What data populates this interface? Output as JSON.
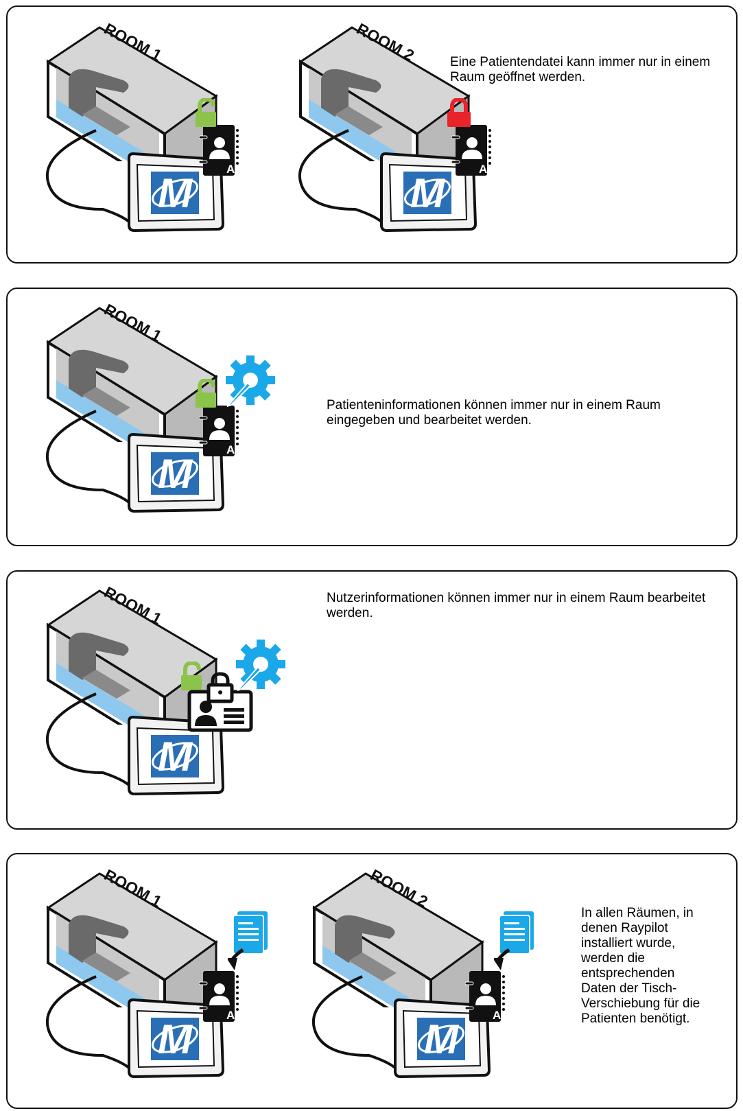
{
  "panels": [
    {
      "rooms": [
        "ROOM 1",
        "ROOM 2"
      ],
      "caption": "Eine Patientendatei kann immer nur in einem Raum geöffnet werden."
    },
    {
      "rooms": [
        "ROOM 1"
      ],
      "caption": "Patienteninformationen können immer nur in einem Raum eingegeben und bearbeitet werden."
    },
    {
      "rooms": [
        "ROOM 1"
      ],
      "caption": "Nutzerinformationen können immer nur in einem Raum bearbeitet werden."
    },
    {
      "rooms": [
        "ROOM 1",
        "ROOM 2"
      ],
      "caption": "In allen Räumen, in\ndenen Raypilot\ninstalliert wurde,\nwerden die\nentsprechenden\nDaten der Tisch-\nVerschiebung für die\nPatienten benötigt."
    }
  ],
  "patient_file_letter": "A",
  "logo_letter": "M",
  "colors": {
    "lock_open": "#8cc34a",
    "lock_closed": "#e8232a",
    "gear": "#1aa8e8",
    "floor": "#8ec8ee",
    "logo_blue": "#2a6fb5",
    "document": "#1aa8e8"
  },
  "icons": [
    "open-lock-icon",
    "closed-lock-icon",
    "patient-file-icon",
    "gear-pencil-icon",
    "user-badge-icon",
    "document-icon",
    "arrow-icon",
    "raypilot-logo"
  ]
}
